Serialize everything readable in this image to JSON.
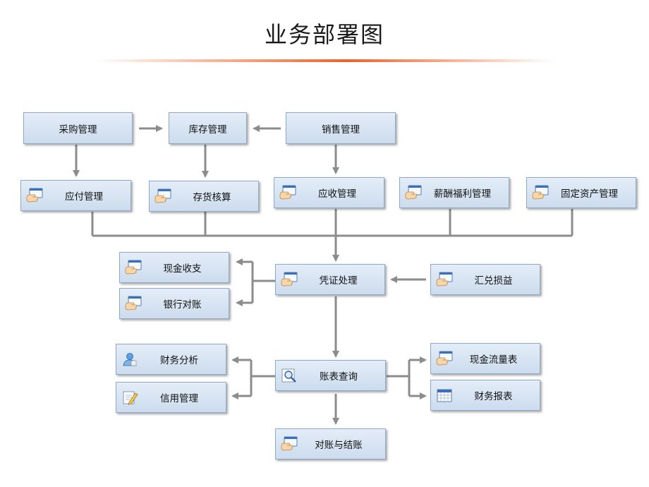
{
  "title": "业务部署图",
  "colors": {
    "accent": "#e8642c",
    "box_border": "#8fa9c6",
    "connector": "#8c8c8c"
  },
  "nodes": {
    "purchase": {
      "label": "采购管理"
    },
    "inventory": {
      "label": "库存管理"
    },
    "sales": {
      "label": "销售管理"
    },
    "payable": {
      "label": "应付管理",
      "icon": "hand-card-icon"
    },
    "stock_accounting": {
      "label": "存货核算",
      "icon": "hand-card-icon"
    },
    "receivable": {
      "label": "应收管理",
      "icon": "hand-card-icon"
    },
    "payroll": {
      "label": "薪酬福利管理",
      "icon": "hand-card-icon"
    },
    "fixed_assets": {
      "label": "固定资产管理",
      "icon": "hand-card-icon"
    },
    "cash": {
      "label": "现金收支",
      "icon": "hand-card-icon"
    },
    "bank_recon": {
      "label": "银行对账",
      "icon": "hand-card-icon"
    },
    "voucher": {
      "label": "凭证处理",
      "icon": "hand-card-icon"
    },
    "exchange": {
      "label": "汇兑损益",
      "icon": "hand-card-icon"
    },
    "fin_analysis": {
      "label": "财务分析",
      "icon": "person-icon"
    },
    "credit": {
      "label": "信用管理",
      "icon": "pencil-note-icon"
    },
    "ledger_query": {
      "label": "账表查询",
      "icon": "magnifier-icon"
    },
    "cash_flow": {
      "label": "现金流量表",
      "icon": "hand-card-icon"
    },
    "fin_reports": {
      "label": "财务报表",
      "icon": "calendar-grid-icon"
    },
    "closing": {
      "label": "对账与结账",
      "icon": "hand-card-icon"
    }
  }
}
